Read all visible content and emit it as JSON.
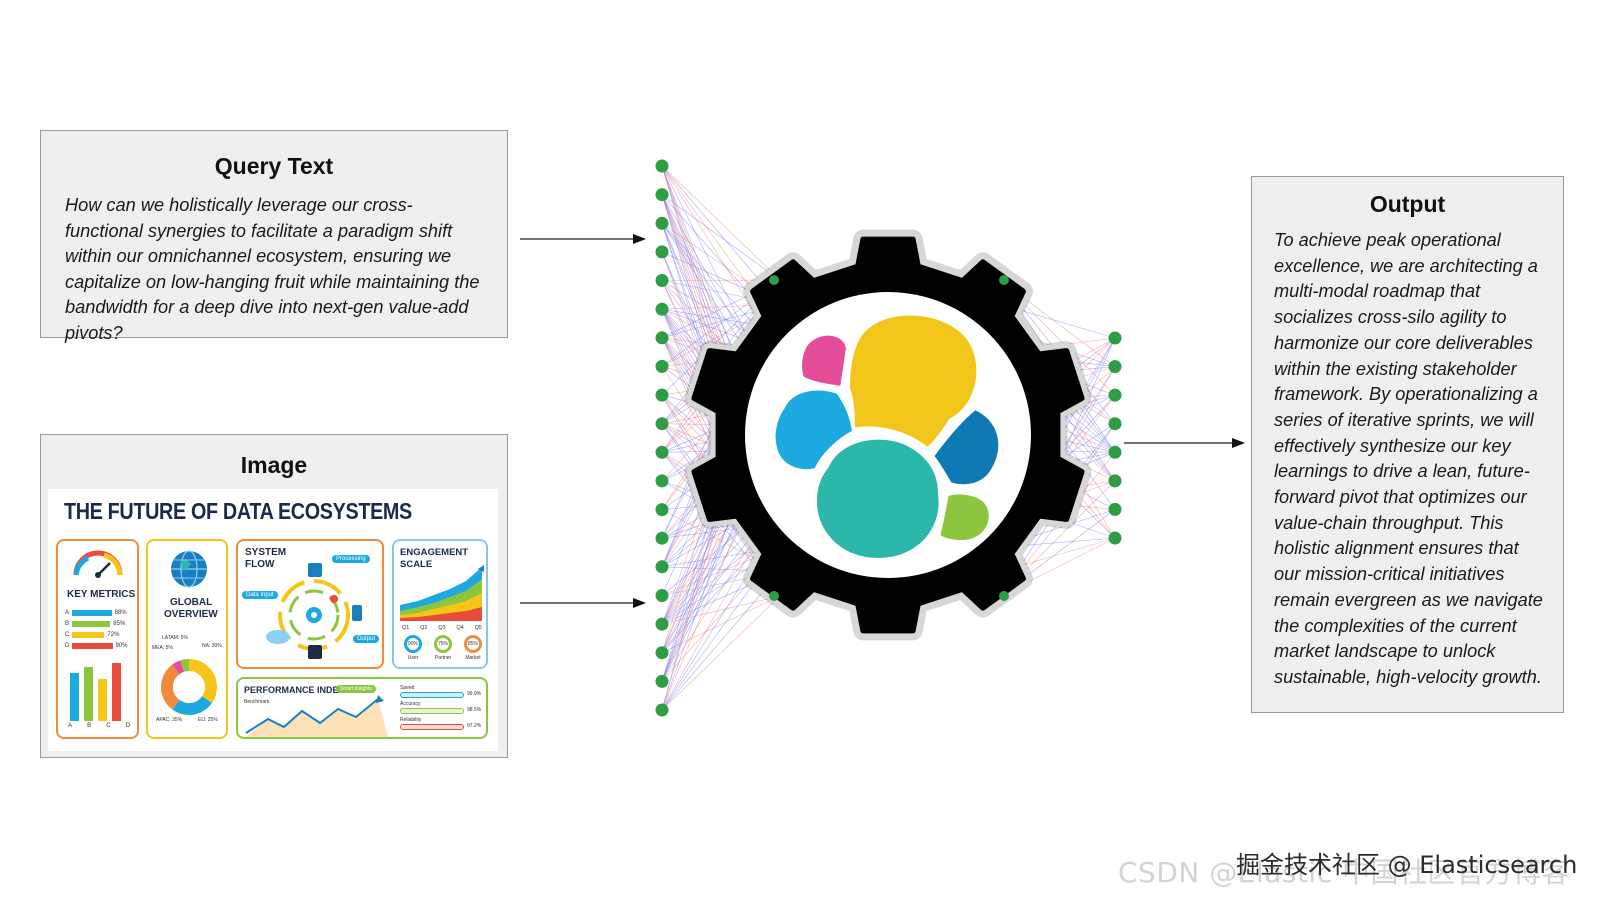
{
  "query": {
    "title": "Query Text",
    "text": "How can we holistically leverage our cross-functional synergies to facilitate a paradigm shift within our omnichannel ecosystem, ensuring we capitalize on low-hanging fruit while maintaining the bandwidth for a deep dive into next-gen value-add pivots?"
  },
  "image_panel": {
    "title": "Image",
    "infographic": {
      "title": "THE FUTURE OF DATA ECOSYSTEMS",
      "key_metrics": {
        "label": "KEY METRICS",
        "rows": [
          {
            "name": "A",
            "value": "88%"
          },
          {
            "name": "B",
            "value": "85%"
          },
          {
            "name": "C",
            "value": "72%"
          },
          {
            "name": "D",
            "value": "90%"
          }
        ],
        "columns": [
          "A",
          "B",
          "C",
          "D"
        ]
      },
      "global_overview": {
        "label_1": "GLOBAL",
        "label_2": "OVERVIEW",
        "regions": [
          "LATAM: 5%",
          "MEA: 5%",
          "NA: 30%",
          "APAC: 35%",
          "EU: 25%"
        ]
      },
      "system_flow": {
        "label_1": "SYSTEM",
        "label_2": "FLOW",
        "tags": [
          "Processing",
          "Data Input",
          "Output"
        ]
      },
      "engagement_scale": {
        "label_1": "ENGAGEMENT",
        "label_2": "SCALE",
        "quarters": [
          "Q1",
          "Q2",
          "Q3",
          "Q4",
          "Q5"
        ],
        "gauges": [
          {
            "value": "90%",
            "label": "User"
          },
          {
            "value": "75%",
            "label": "Partner"
          },
          {
            "value": "85%",
            "label": "Market"
          }
        ]
      },
      "performance_index": {
        "label": "PERFORMANCE INDEX",
        "tag": "Smart Insights",
        "benchmark": "Benchmark",
        "metrics": [
          {
            "name": "Speed",
            "value": "99.9%"
          },
          {
            "name": "Accuracy",
            "value": "98.5%"
          },
          {
            "name": "Reliability",
            "value": "97.2%"
          }
        ]
      }
    }
  },
  "output": {
    "title": "Output",
    "text": "To achieve peak operational excellence, we are architecting a multi-modal roadmap that socializes cross-silo agility to harmonize our core deliverables within the existing stakeholder framework. By operationalizing a series of iterative sprints, we will effectively synthesize our key learnings to drive a lean, future-forward pivot that optimizes our value-chain throughput. This holistic alignment ensures that our mission-critical initiatives remain evergreen as we navigate the complexities of the current market landscape to unlock sustainable,  high-velocity growth."
  },
  "center": {
    "icon": "elastic-gear-logo-icon",
    "colors": {
      "gear": "#000000",
      "yellow": "#f2c618",
      "pink": "#e54d9a",
      "cyan": "#1ba9e0",
      "blue": "#0d7ab4",
      "teal": "#2bb8aa",
      "green": "#8cc63f",
      "node": "#2e9e45",
      "line_blue": "#6a6aee",
      "line_red": "#ee6e6e"
    }
  },
  "watermark": {
    "text": "CSDN @Elastic 中国社区官方博客",
    "overlay": "掘金技术社区 @ Elasticsearch"
  }
}
